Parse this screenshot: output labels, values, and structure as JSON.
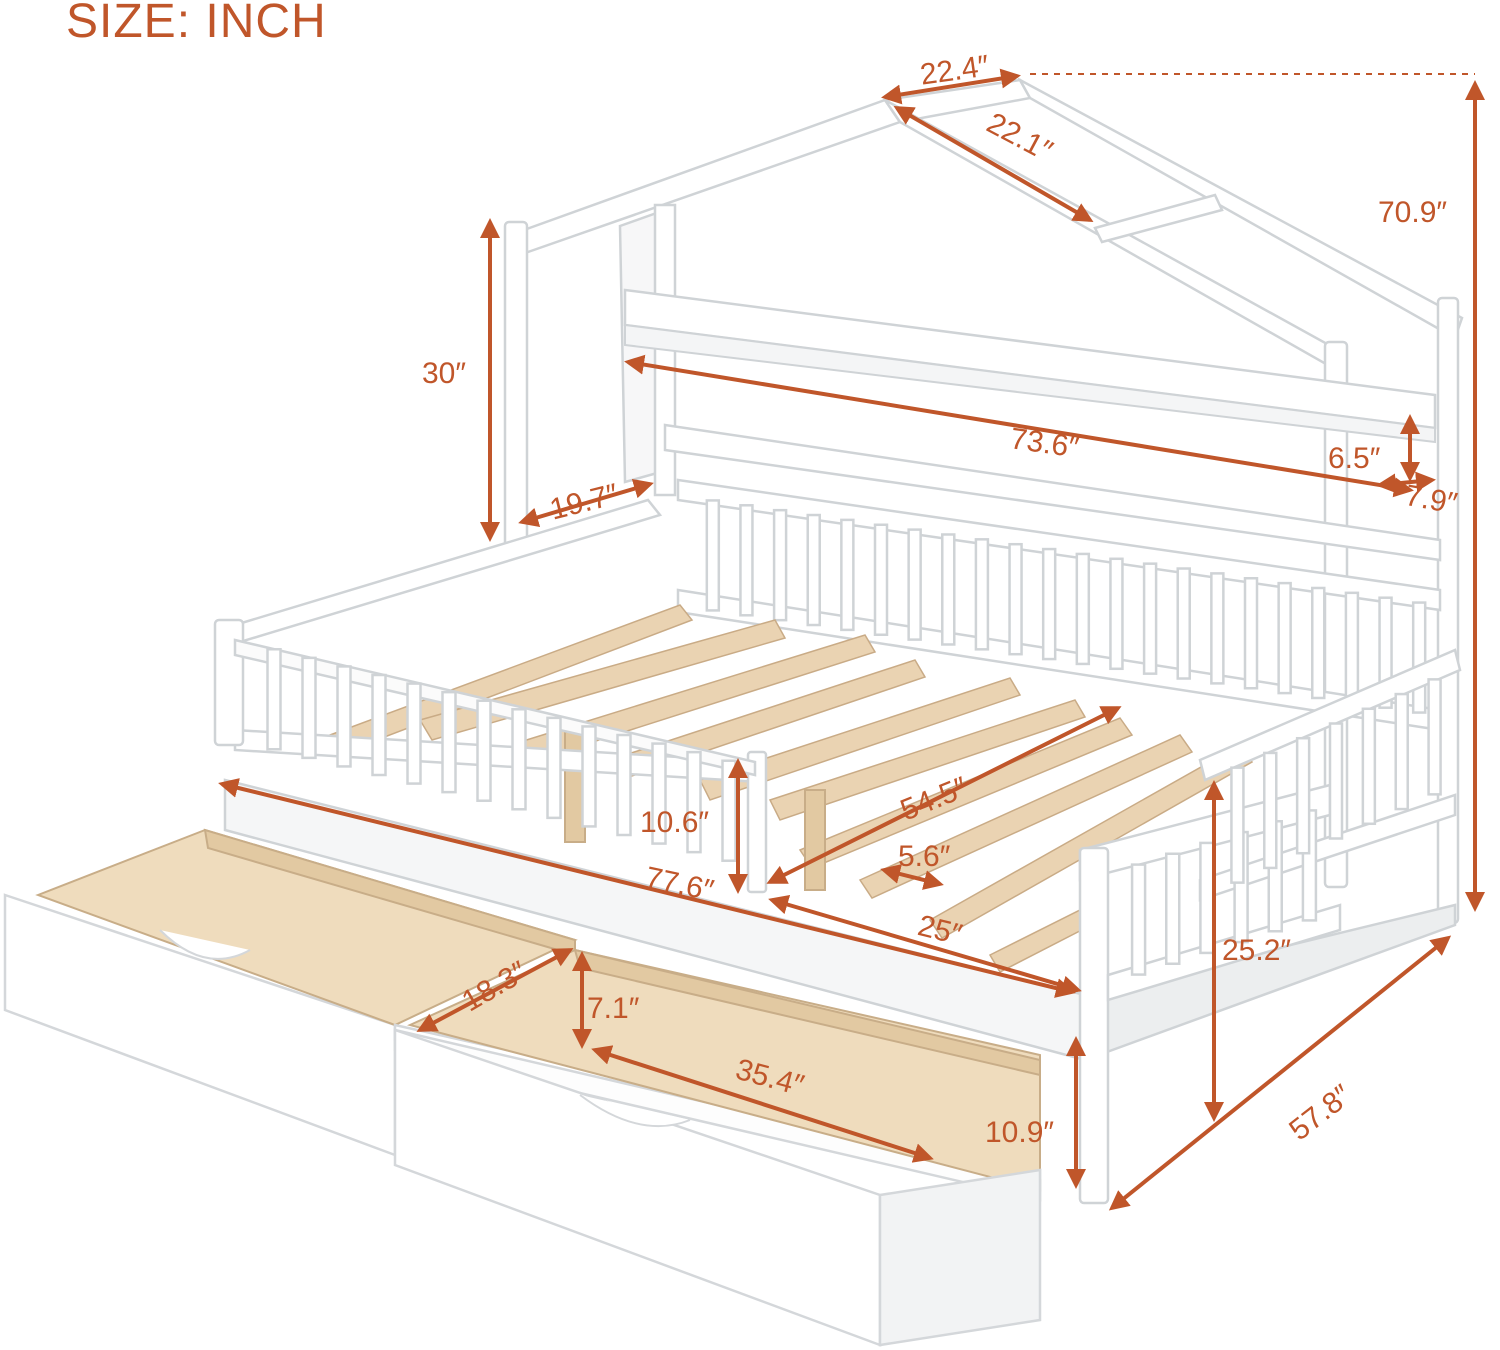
{
  "header": {
    "title": "SIZE: INCH"
  },
  "dimensions": {
    "roof_top": "22.4″",
    "roof_slope": "22.1″",
    "total_height": "70.9″",
    "post_height": "30″",
    "end_rail_width": "19.7″",
    "shelf_length": "73.6″",
    "shelf_height": "6.5″",
    "shelf_depth": "7.9″",
    "inner_width": "54.5″",
    "rail_height": "10.6″",
    "slat_gap": "5.6″",
    "total_length": "77.6″",
    "opening_width": "25″",
    "bed_height": "25.2″",
    "drawer_width": "18.3″",
    "drawer_height": "7.1″",
    "drawer_length": "35.4″",
    "drawer_box_height": "10.9″",
    "total_width": "57.8″"
  },
  "colors": {
    "dimension": "#c0562a",
    "frame": "#ffffff",
    "wood": "#efdcbd"
  }
}
